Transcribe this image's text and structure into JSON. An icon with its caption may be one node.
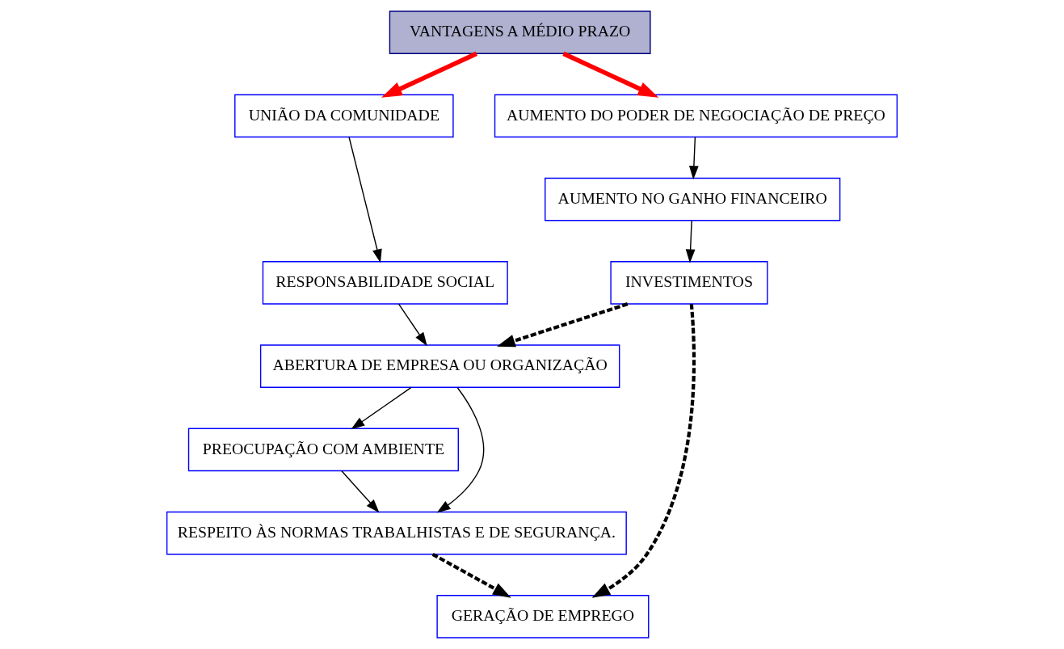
{
  "diagram": {
    "nodes": [
      {
        "text": [
          "VANTAGENS A MÉDIO PRAZO"
        ]
      },
      {
        "text": [
          "UNIÃO DA COMUNIDADE"
        ]
      },
      {
        "text": [
          "AUMENTO DO PODER DE NEGOCIAÇÃO DE PREÇO"
        ]
      },
      {
        "text": [
          "RESPONSABILIDADE SOCIAL"
        ]
      },
      {
        "text": [
          "AUMENTO NO GANHO FINANCEIRO"
        ]
      },
      {
        "text": [
          "ABERTURA DE EMPRESA OU ORGANIZAÇÃO"
        ]
      },
      {
        "text": [
          "INVESTIMENTOS"
        ]
      },
      {
        "text": [
          "PREOCUPAÇÃO COM AMBIENTE"
        ]
      },
      {
        "text": [
          "RESPEITO ÀS NORMAS TRABALHISTAS E DE SEGURANÇA."
        ]
      },
      {
        "text": [
          "GERAÇÃO DE EMPREGO"
        ]
      }
    ],
    "edges": [
      {
        "from": 0,
        "to": 1,
        "arrow": "to",
        "style": "thick",
        "color": "#ff0000"
      },
      {
        "from": 0,
        "to": 2,
        "arrow": "to",
        "style": "thick",
        "color": "#ff0000"
      },
      {
        "from": 1,
        "to": 3,
        "arrow": "to"
      },
      {
        "from": 3,
        "to": 5,
        "arrow": "to"
      },
      {
        "from": 2,
        "to": 4,
        "arrow": "to"
      },
      {
        "from": 4,
        "to": 6,
        "arrow": "to"
      },
      {
        "from": 6,
        "to": 5,
        "arrow": "to",
        "style": "dashed"
      },
      {
        "from": 5,
        "to": 7,
        "arrow": "to"
      },
      {
        "from": 5,
        "to": 8,
        "arrow": "to"
      },
      {
        "from": 7,
        "to": 8,
        "arrow": "to"
      },
      {
        "from": 6,
        "to": 9,
        "arrow": "to",
        "style": "dashed"
      },
      {
        "from": 8,
        "to": 9,
        "arrow": "to",
        "style": "dashed"
      }
    ]
  }
}
